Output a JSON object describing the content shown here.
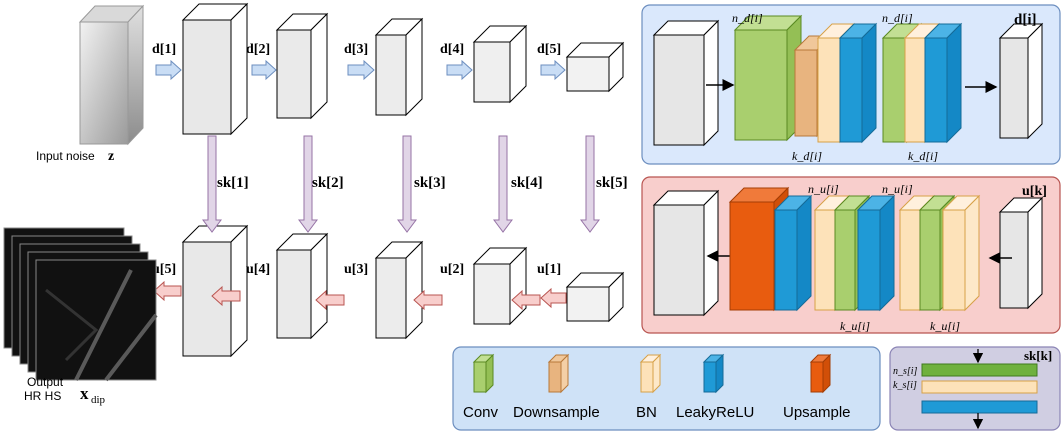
{
  "input": {
    "label": "Input noise",
    "symbol": "z"
  },
  "output": {
    "label_line1": "Output",
    "label_line2": "HR HS",
    "symbol": "x",
    "subscript": "dip"
  },
  "down_labels": [
    "d[1]",
    "d[2]",
    "d[3]",
    "d[4]",
    "d[5]"
  ],
  "skip_labels": [
    "sk[1]",
    "sk[2]",
    "sk[3]",
    "sk[4]",
    "sk[5]"
  ],
  "up_labels": [
    "u[5]",
    "u[4]",
    "u[3]",
    "u[2]",
    "u[1]"
  ],
  "down_block": {
    "title": "d[i]",
    "nd_labels": [
      "n_d[i]",
      "n_d[i]"
    ],
    "kd_labels": [
      "k_d[i]",
      "k_d[i]"
    ]
  },
  "up_block": {
    "title": "u[k]",
    "nu_labels": [
      "n_u[i]",
      "n_u[i]"
    ],
    "ku_labels": [
      "k_u[i]",
      "k_u[i]"
    ]
  },
  "legend": {
    "items": [
      {
        "label": "Conv",
        "color": "#a9cf6e"
      },
      {
        "label": "Downsample",
        "color": "#e8b47f"
      },
      {
        "label": "BN",
        "color": "#fde2b9"
      },
      {
        "label": "LeakyReLU",
        "color": "#1f9ad6"
      },
      {
        "label": "Upsample",
        "color": "#e85c0f"
      }
    ]
  },
  "skip_block": {
    "title": "sk[k]",
    "ns_label": "n_s[i]",
    "ks_label": "k_s[i]"
  },
  "colors": {
    "down_panel": "#dae8fc",
    "down_panel_border": "#6c8ebf",
    "up_panel": "#f8cecc",
    "up_panel_border": "#b85450",
    "legend_panel": "#cfe2f7",
    "skip_panel": "#d0cee2",
    "skip_arrow": "#e1d5e7",
    "down_arrow": "#c9ddf5",
    "up_arrow": "#f8cecc"
  }
}
